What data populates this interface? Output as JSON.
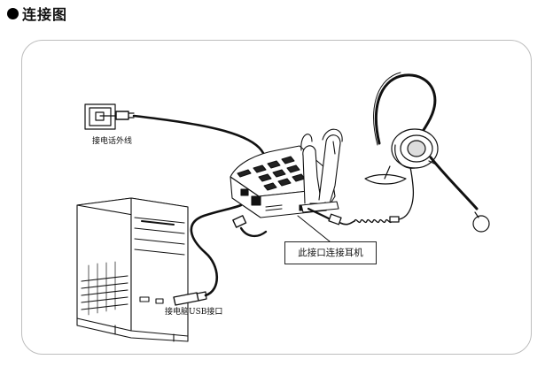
{
  "heading": {
    "text": "连接图"
  },
  "labels": {
    "wall_jack": "接电话外线",
    "headset_port": "此接口连接耳机",
    "pc_usb": "接电脑USB接口"
  },
  "icons": {
    "bullet": "black-circle-icon"
  }
}
